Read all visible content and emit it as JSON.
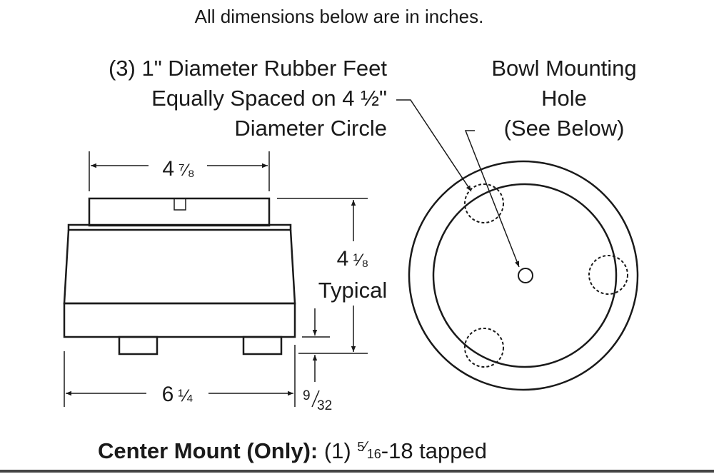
{
  "header": {
    "note": "All dimensions below are in inches."
  },
  "feet_label": {
    "line1": "(3) 1\" Diameter Rubber Feet",
    "line2": "Equally Spaced on 4 ½\"",
    "line3": "Diameter Circle"
  },
  "hole_label": {
    "line1": "Bowl Mounting",
    "line2": "Hole",
    "line3": "(See Below)"
  },
  "dimensions": {
    "top_width_whole": "4",
    "top_width_frac": "⁷⁄₈",
    "height_whole": "4",
    "height_frac": "¹⁄₈",
    "height_note": "Typical",
    "base_width_whole": "6",
    "base_width_frac": "¼",
    "foot_height_num": "9",
    "foot_height_den": "32"
  },
  "footer": {
    "bold": "Center Mount (Only):",
    "prefix": " (1) ",
    "frac_num": "5",
    "frac_den": "16",
    "suffix": "-18 tapped"
  }
}
